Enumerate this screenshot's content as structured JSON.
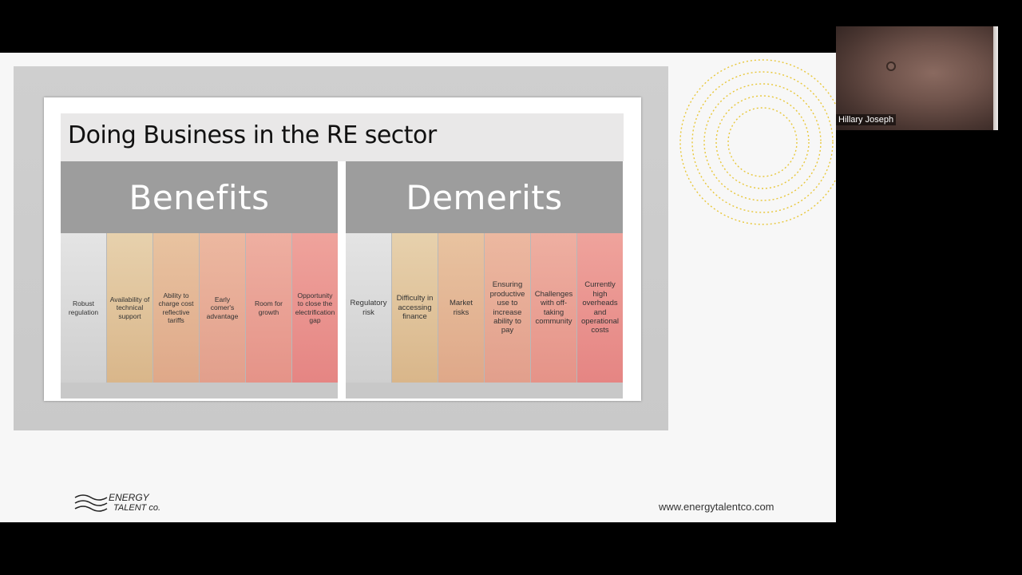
{
  "slide": {
    "title": "Doing Business in the RE sector",
    "benefits": {
      "heading": "Benefits",
      "items": [
        "Robust regulation",
        "Availability of technical support",
        "Ability to charge cost reflective tariffs",
        "Early comer's advantage",
        "Room for growth",
        "Opportunity to close the electrification gap"
      ]
    },
    "demerits": {
      "heading": "Demerits",
      "items": [
        "Regulatory risk",
        "Difficulty in accessing finance",
        "Market risks",
        "Ensuring productive use to increase ability to pay",
        "Challenges with off-taking community",
        "Currently high overheads and operational costs"
      ]
    },
    "logo_text": [
      "ENERGY",
      "TALENT co."
    ],
    "website": "www.energytalentco.com",
    "accent_color": "#e8c73a"
  },
  "participant": {
    "name": "Hillary Joseph"
  }
}
